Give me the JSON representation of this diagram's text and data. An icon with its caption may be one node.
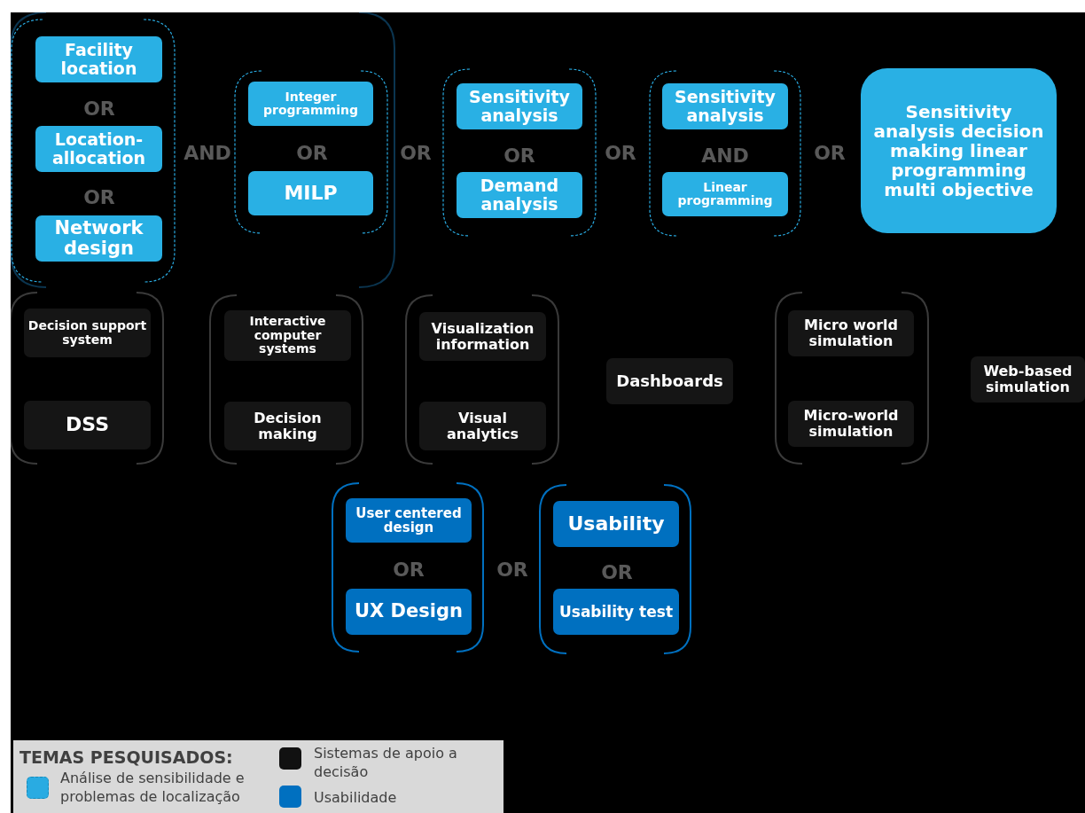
{
  "diagram": {
    "nodes": [
      {
        "text": [
          "Facility location"
        ]
      },
      {
        "text": [
          "Location-allocation"
        ]
      },
      {
        "text": [
          "Network design"
        ]
      },
      {
        "text": [
          "Integer programming"
        ]
      },
      {
        "text": [
          "MILP"
        ]
      },
      {
        "text": [
          "Sensitivity analysis"
        ]
      },
      {
        "text": [
          "Demand analysis"
        ]
      },
      {
        "text": [
          "Sensitivity analysis"
        ]
      },
      {
        "text": [
          "Linear programming"
        ]
      },
      {
        "text": [
          "Sensitivity analysis decision making linear programming multi objective"
        ]
      },
      {
        "text": [
          "Decision support system"
        ]
      },
      {
        "text": [
          "DSS"
        ]
      },
      {
        "text": [
          "Interactive computer systems"
        ]
      },
      {
        "text": [
          "Decision making"
        ]
      },
      {
        "text": [
          "Visualization information"
        ]
      },
      {
        "text": [
          "Visual analytics"
        ]
      },
      {
        "text": [
          "Dashboards"
        ]
      },
      {
        "text": [
          "Micro world simulation"
        ]
      },
      {
        "text": [
          "Micro-world simulation"
        ]
      },
      {
        "text": [
          "Web-based simulation"
        ]
      },
      {
        "text": [
          "User centered design"
        ]
      },
      {
        "text": [
          "UX Design"
        ]
      },
      {
        "text": [
          "Usability"
        ]
      },
      {
        "text": [
          "Usability test"
        ]
      }
    ],
    "labels": [
      "OR",
      "AND",
      "OR",
      "OR",
      "OR",
      "OR",
      "AND",
      "OR",
      "OR",
      "OR",
      "OR",
      "OR",
      "TEMAS PESQUISADOS:"
    ],
    "legend": [
      {
        "text": "Análise de sensibilidade e problemas de localização",
        "color": "#29abe2"
      },
      {
        "text": "Sistemas de apoio a decisão",
        "color": "#111111"
      },
      {
        "text": "Usabilidade",
        "color": "#0070c0"
      }
    ]
  }
}
